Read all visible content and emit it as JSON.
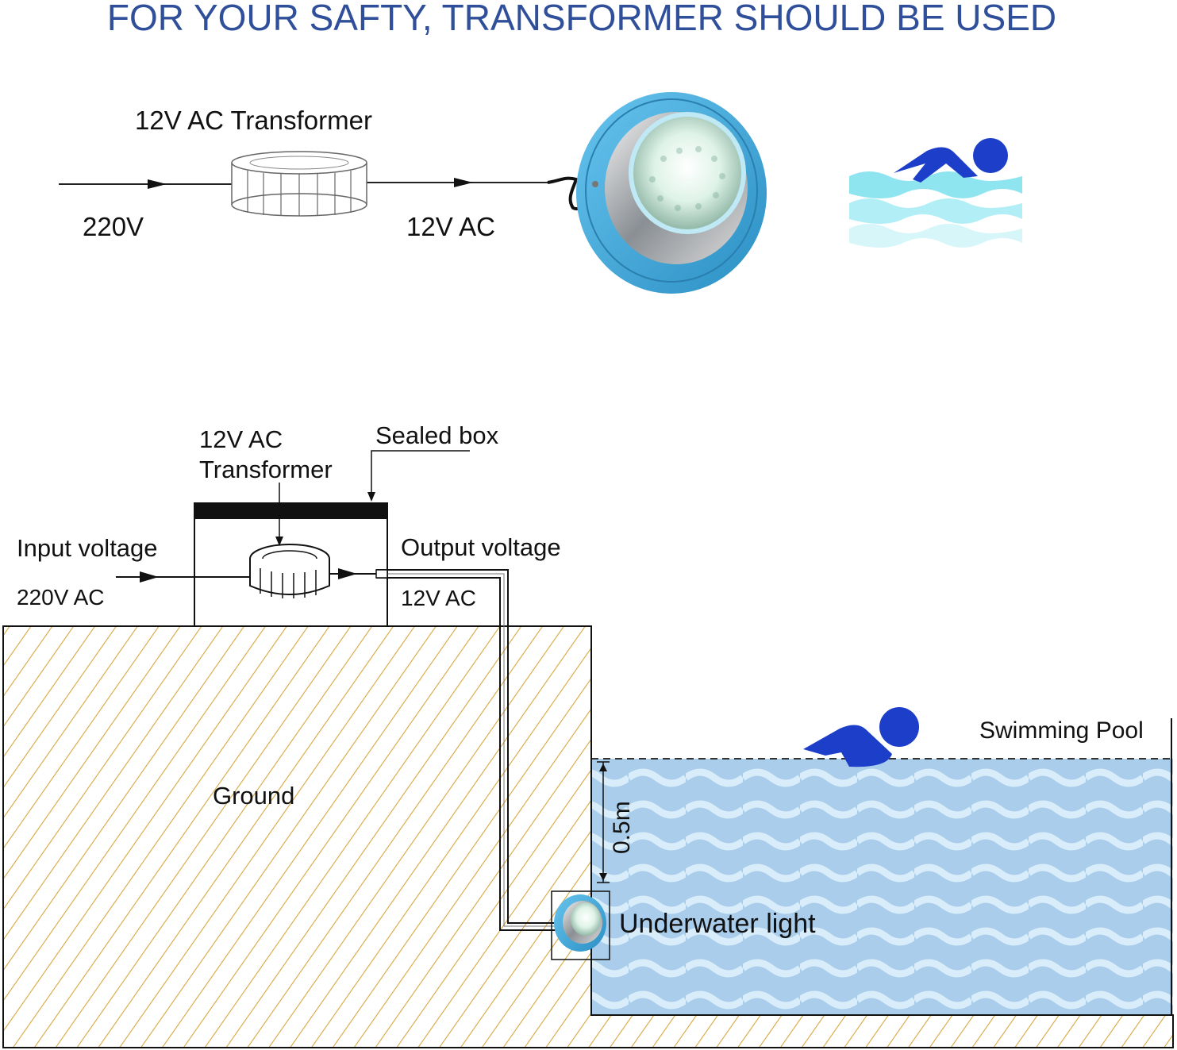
{
  "title": "FOR YOUR SAFTY, TRANSFORMER SHOULD BE USED",
  "top": {
    "transformer_label": "12V AC Transformer",
    "input_label": "220V",
    "output_label": "12V AC"
  },
  "bottom": {
    "transformer_label_line1": "12V AC",
    "transformer_label_line2": "Transformer",
    "sealed_box_label": "Sealed box",
    "input_label": "Input voltage",
    "input_value": "220V AC",
    "output_label": "Output voltage",
    "output_value": "12V AC",
    "ground_label": "Ground",
    "pool_label": "Swimming Pool",
    "depth_label": "0.5m",
    "light_label": "Underwater light"
  },
  "colors": {
    "title": "#2f4f9a",
    "swimmer": "#1c3ec9",
    "water": "#a9cdeb",
    "wave": "#d8ecfa",
    "hatch": "#d9a540",
    "lamp_blue": "#4bb0e0",
    "top_water": "#7fe3f0"
  }
}
